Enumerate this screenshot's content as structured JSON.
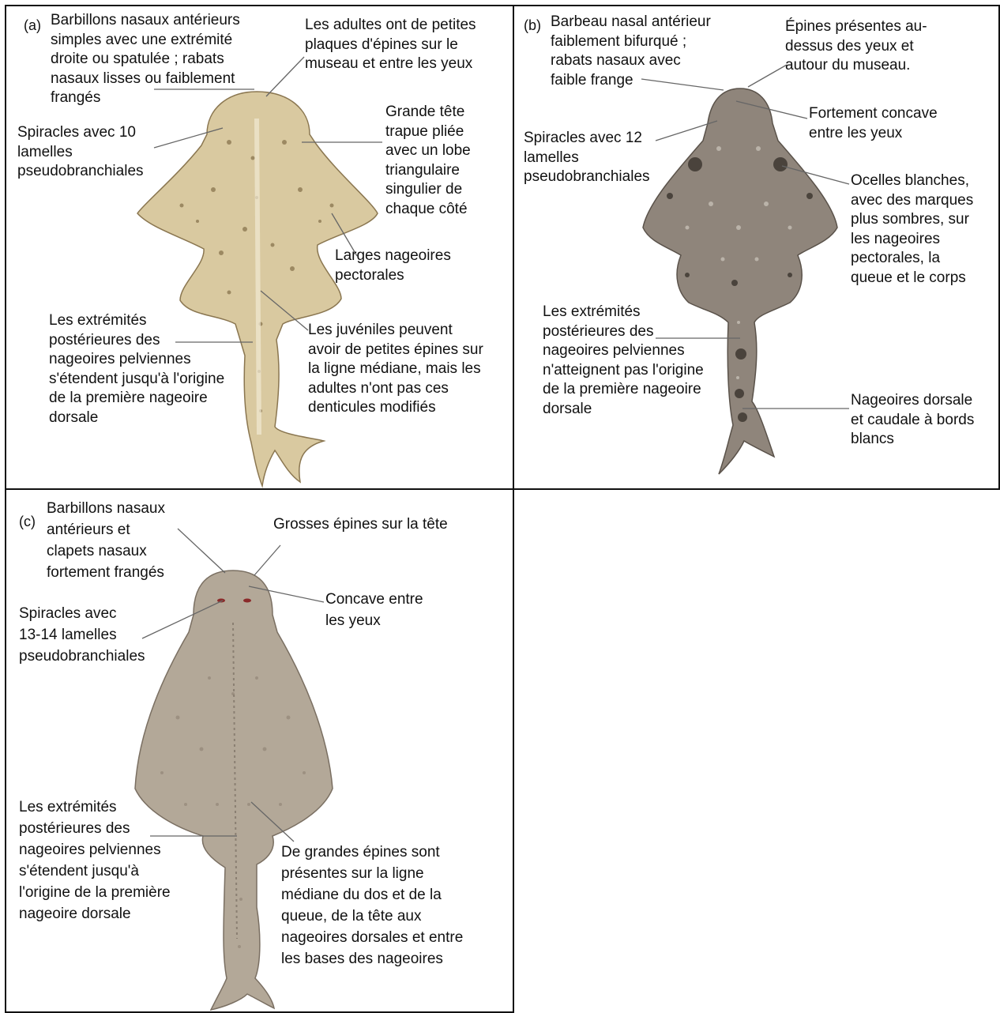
{
  "panels": {
    "a": {
      "tag": "(a)",
      "labels": {
        "barbels": "Barbillons nasaux antérieurs\nsimples avec une extrémité\ndroite ou spatulée ; rabats\nnasaux lisses ou faiblement\nfrangés",
        "thorns": "Les adultes ont de petites\nplaques d'épines sur le\nmuseau et entre les yeux",
        "spiracles": "Spiracles avec 10\nlamelles\npseudobranchiales",
        "head": "Grande tête\ntrapue pliée\navec un lobe\ntriangulaire\nsingulier de\nchaque côté",
        "pectorals": "Larges nageoires\npectorales",
        "pelvic": "Les extrémités\npostérieures des\nnageoires pelviennes\ns'étendent jusqu'à l'origine\nde la première nageoire\ndorsale",
        "juveniles": "Les juvéniles peuvent\navoir de petites épines sur\nla ligne médiane, mais les\nadultes n'ont pas ces\ndenticules modifiés"
      }
    },
    "b": {
      "tag": "(b)",
      "labels": {
        "barbel": "Barbeau nasal antérieur\nfaiblement bifurqué ;\nrabats nasaux avec\nfaible frange",
        "spines": "Épines présentes au-\ndessus des yeux et\nautour du museau.",
        "concave": "Fortement concave\nentre les yeux",
        "spiracles": "Spiracles avec 12\nlamelles\npseudobranchiales",
        "ocelli": "Ocelles blanches,\navec des marques\nplus sombres, sur\nles nageoires\npectorales, la\nqueue et le corps",
        "pelvic": "Les extrémités\npostérieures des\nnageoires pelviennes\nn'atteignent pas l'origine\nde la première nageoire\ndorsale",
        "fins": "Nageoires dorsale\net caudale à bords\nblancs"
      }
    },
    "c": {
      "tag": "(c)",
      "labels": {
        "barbels": "Barbillons nasaux\nantérieurs et\nclapets nasaux\nfortement frangés",
        "head_spines": "Grosses épines sur la tête",
        "concave": "Concave entre\nles yeux",
        "spiracles": "Spiracles avec\n13-14 lamelles\npseudobranchiales",
        "pelvic": "Les extrémités\npostérieures des\nnageoires pelviennes\ns'étendent jusqu'à\nl'origine de la première\nnageoire dorsale",
        "midline": "De grandes épines sont\nprésentes sur la ligne\nmédiane du dos et de la\nqueue, de la tête aux\nnageoires dorsales et entre\nles bases des nageoires"
      }
    }
  },
  "colors": {
    "shark_a": "#d9c9a0",
    "shark_a_spots": "#6b5530",
    "shark_b": "#8f857b",
    "shark_b_spots": "#3a332d",
    "shark_c": "#b3a898",
    "shark_c_spots": "#8a7e70"
  }
}
